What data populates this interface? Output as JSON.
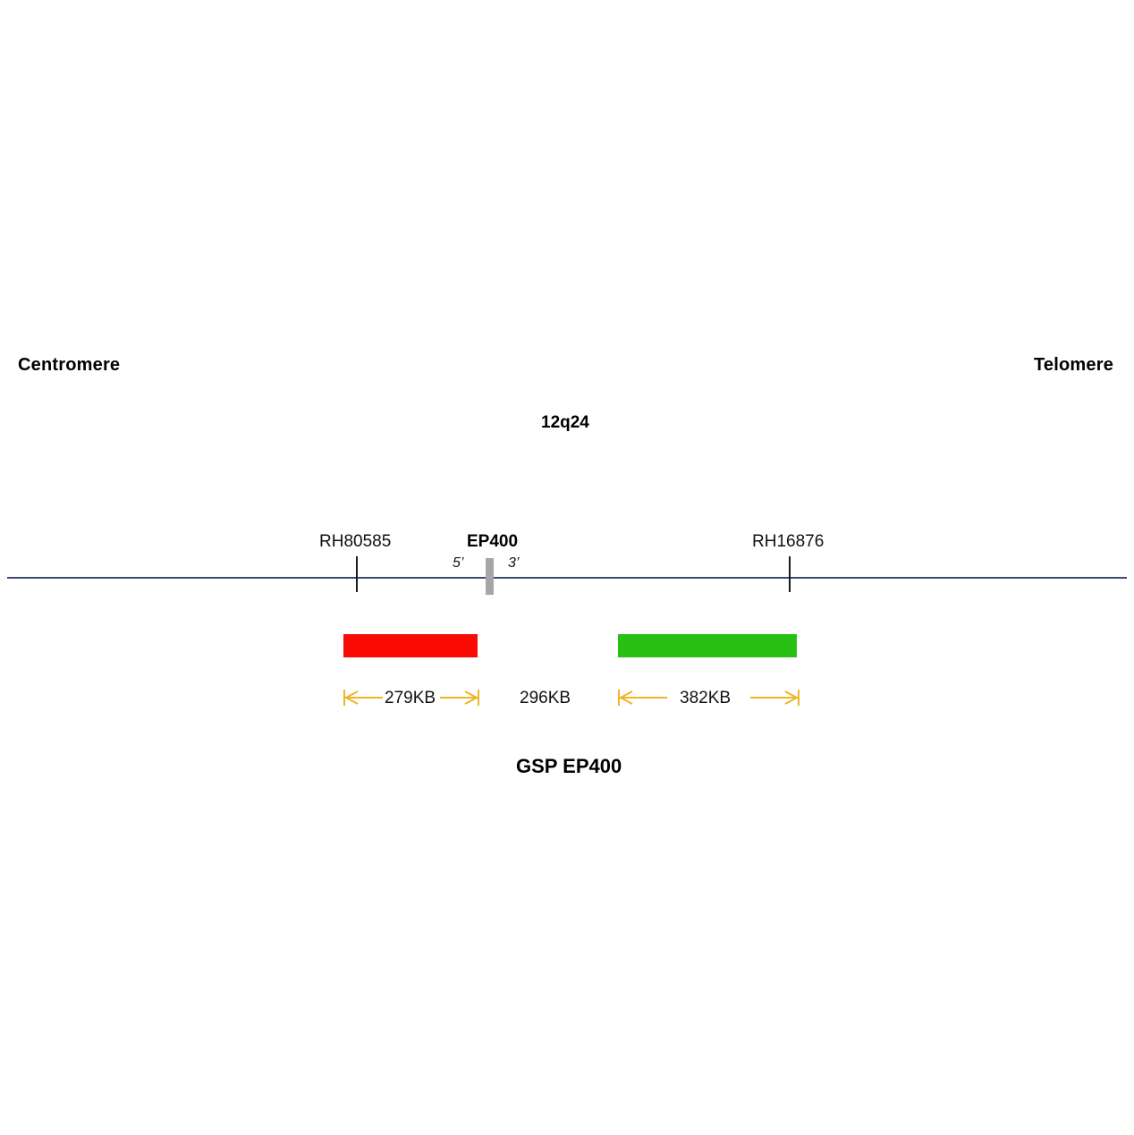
{
  "figure": {
    "title": "GSP EP400",
    "cytoband": "12q24",
    "orientation": {
      "left_label": "Centromere",
      "right_label": "Telomere"
    }
  },
  "axis": {
    "line_color": "#3b4a70"
  },
  "markers": [
    {
      "name": "RH80585",
      "type": "sts-marker"
    },
    {
      "name": "RH16876",
      "type": "sts-marker"
    }
  ],
  "gene": {
    "name": "EP400",
    "five_prime": "5’",
    "three_prime": "3’",
    "block_color": "#a6a6a6"
  },
  "probes": [
    {
      "id": "proximal-probe",
      "color": "#fa0a05",
      "color_name": "red",
      "size_label": "279KB"
    },
    {
      "id": "distal-probe",
      "color": "#28c113",
      "color_name": "green",
      "size_label": "382KB"
    }
  ],
  "gap": {
    "size_label": "296KB"
  },
  "dimension_color": "#f0b429"
}
